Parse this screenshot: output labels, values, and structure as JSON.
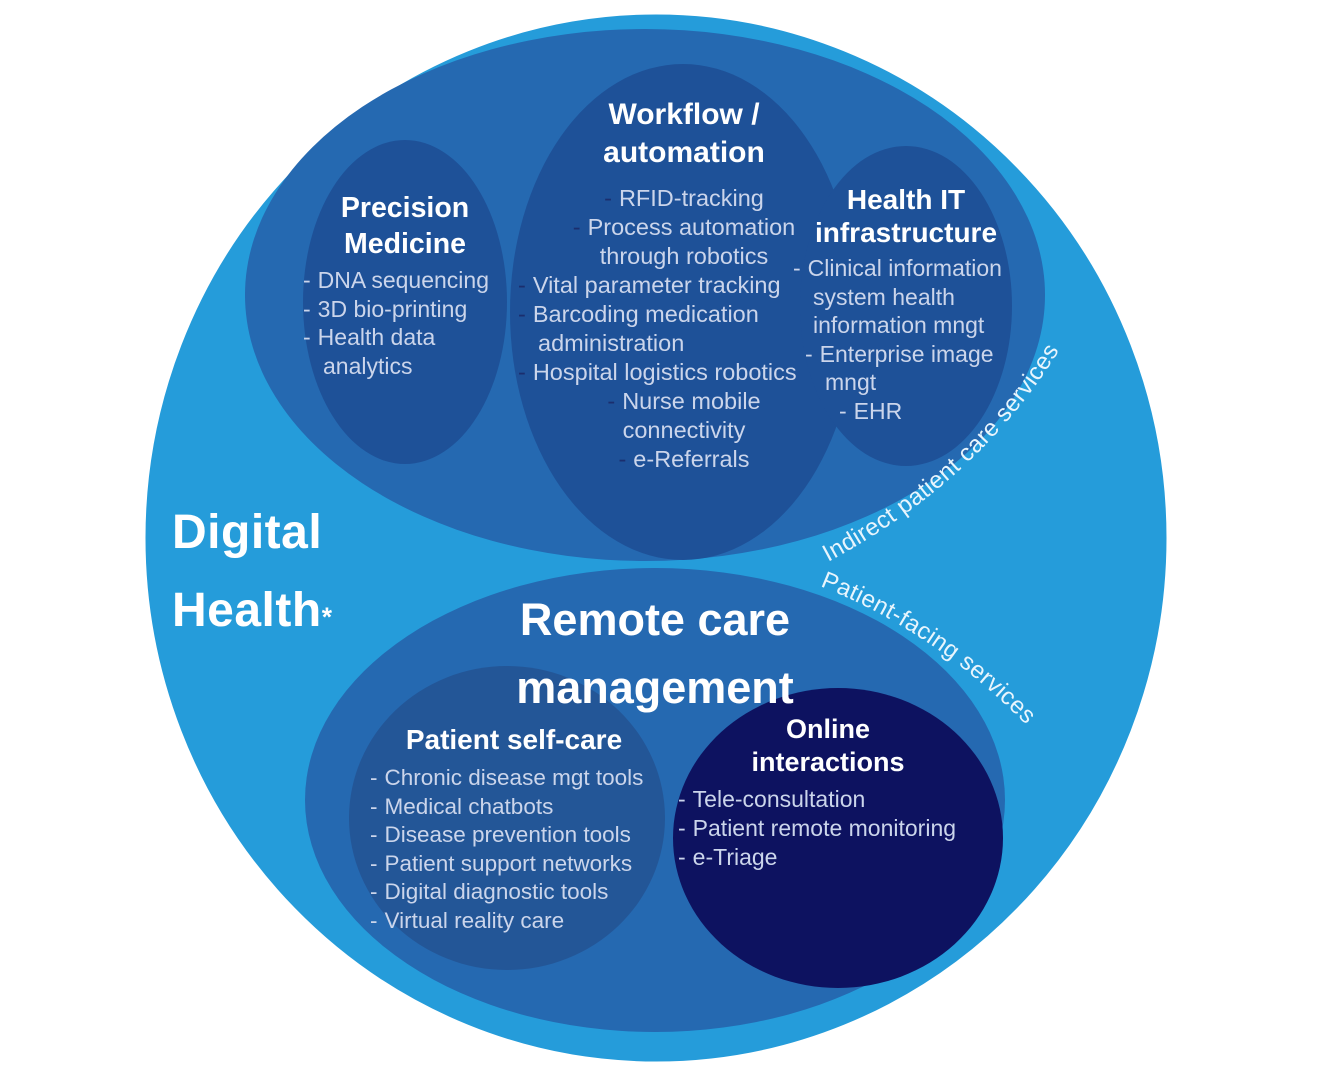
{
  "diagram_title": {
    "line1": "Digital",
    "line2": "Health",
    "asterisk": "*"
  },
  "list_dash": "-",
  "curved_labels": {
    "indirect": "Indirect patient care services",
    "patient_facing": "Patient-facing services"
  },
  "colors": {
    "outer_circle": "#259CDA",
    "service_blob": "#2569B1",
    "category_ellipse": "#1E5198",
    "self_care_ellipse": "#235697",
    "online_circle": "#0D1260",
    "heading_text": "#FFFFFF",
    "list_text": "#CBD5EB",
    "workflow_dash": "#1B2E6E",
    "curved_label_text": "#E8F5FD"
  },
  "sections": {
    "precision": {
      "title": "Precision Medicine",
      "items": [
        "DNA sequencing",
        "3D bio-printing",
        "Health data analytics"
      ]
    },
    "workflow": {
      "title": "Workflow / automation",
      "items": [
        "RFID-tracking",
        "Process automation through robotics",
        "Vital parameter tracking",
        "Barcoding medication administration",
        "Hospital logistics robotics",
        "Nurse mobile connectivity",
        "e-Referrals"
      ]
    },
    "health_it": {
      "title": "Health IT infrastructure",
      "items": [
        "Clinical information system health information mngt",
        "Enterprise image mngt",
        "EHR"
      ]
    },
    "remote_care": {
      "title": "Remote care management"
    },
    "patient_self_care": {
      "title": "Patient self-care",
      "items": [
        "Chronic disease mgt tools",
        "Medical chatbots",
        "Disease prevention tools",
        "Patient support networks",
        "Digital diagnostic tools",
        "Virtual reality care"
      ]
    },
    "online_interactions": {
      "title": "Online interactions",
      "items": [
        "Tele-consultation",
        "Patient remote monitoring",
        "e-Triage"
      ]
    }
  }
}
